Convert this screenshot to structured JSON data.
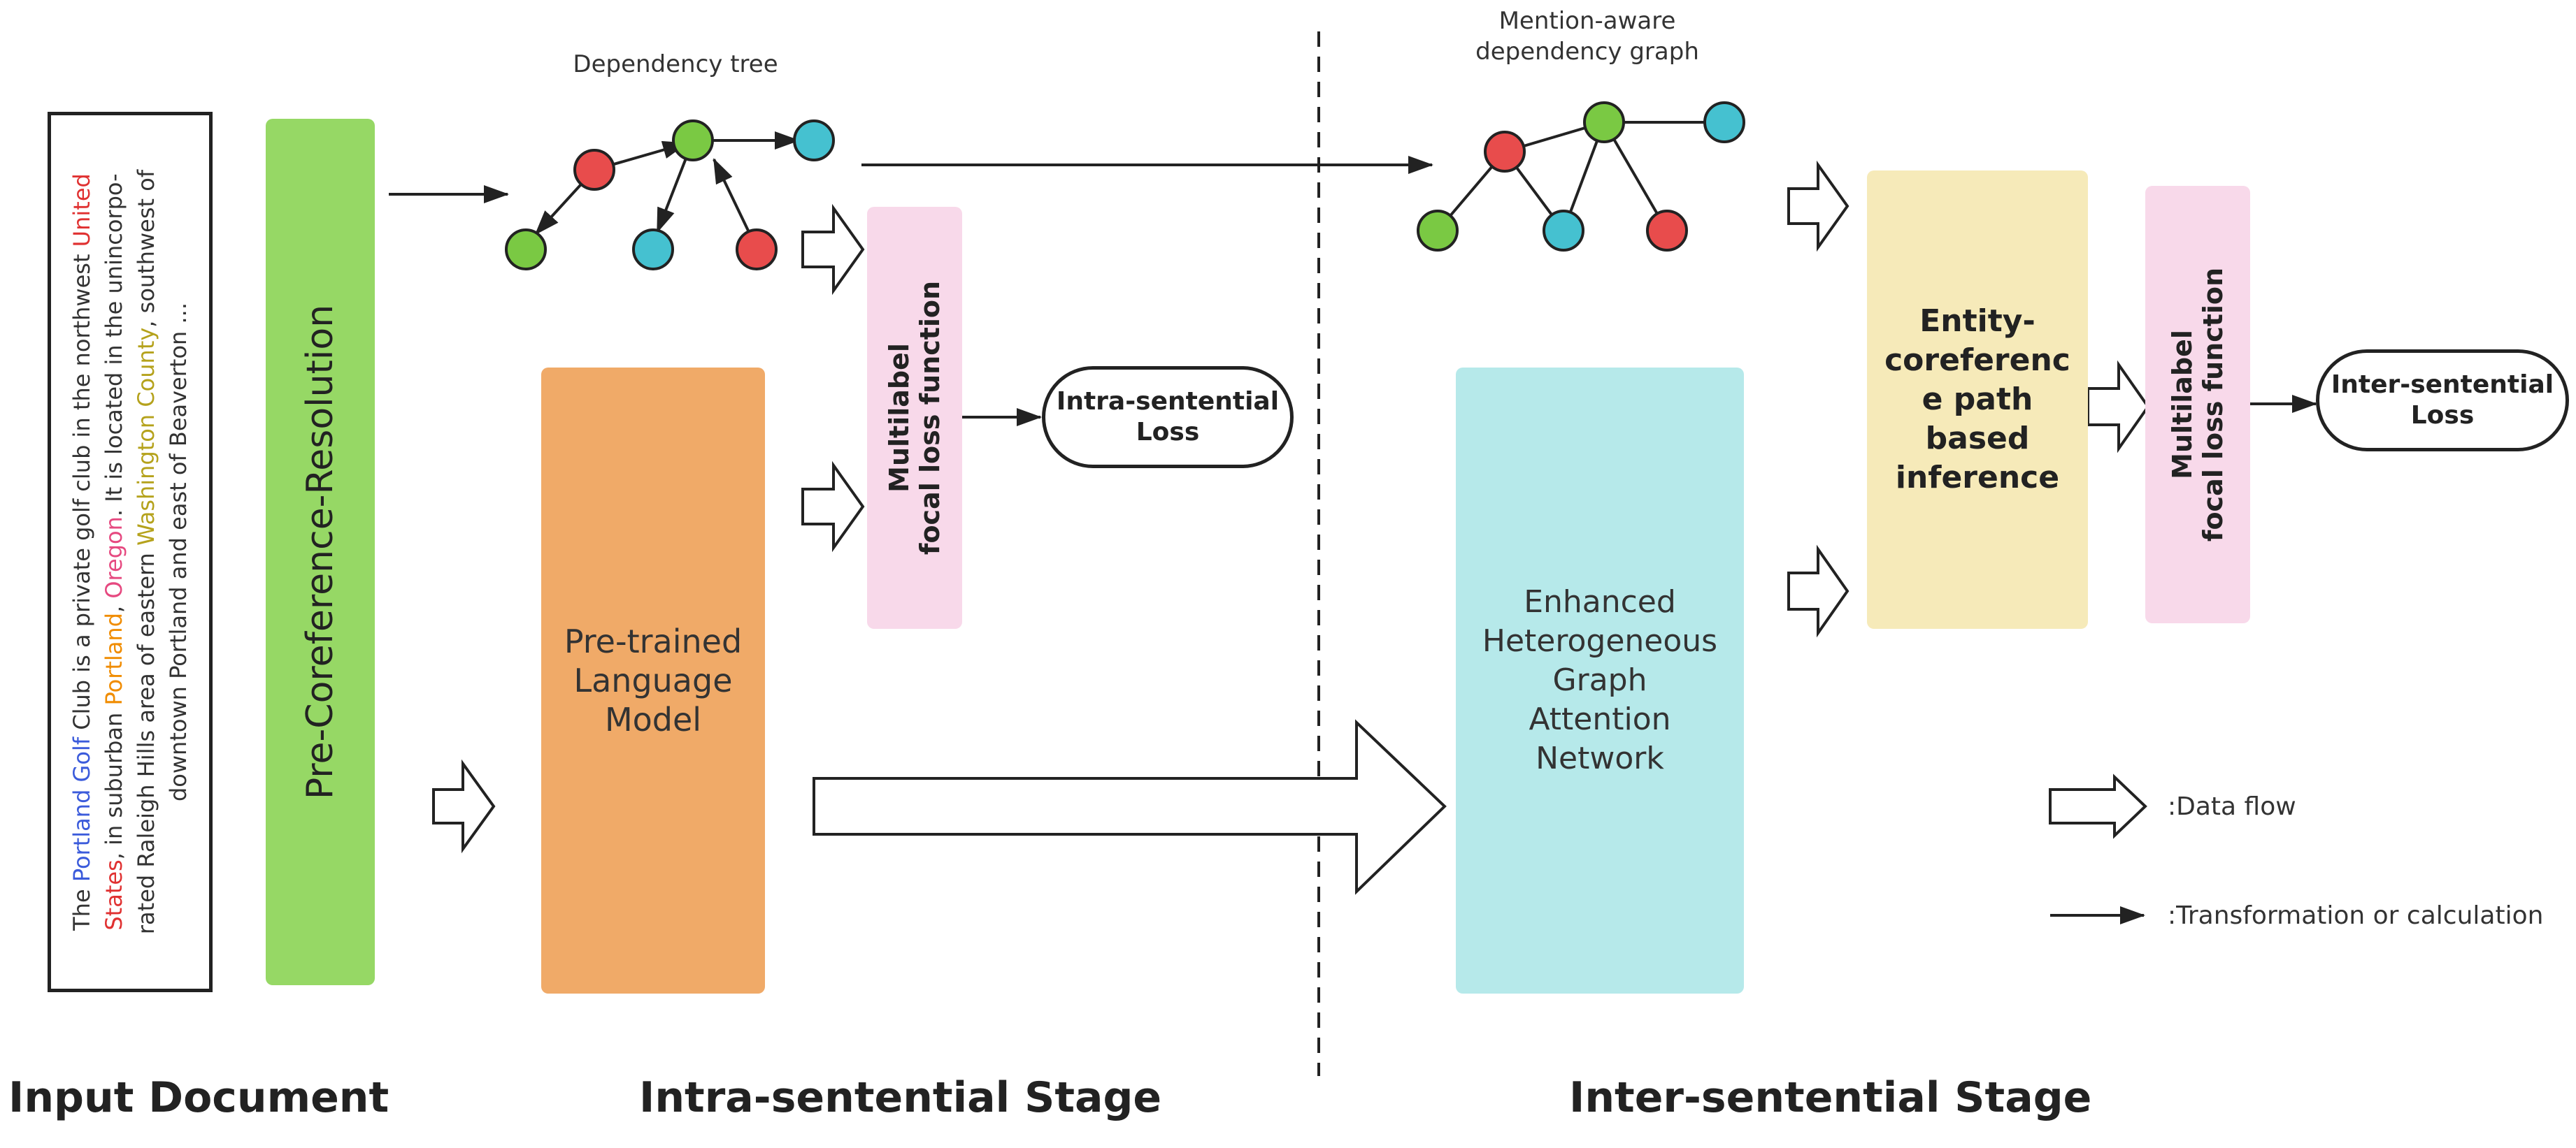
{
  "input_document": {
    "lines": [
      [
        {
          "t": "The ",
          "c": "#333333"
        },
        {
          "t": "Portland Golf",
          "c": "#3b5bdb"
        },
        {
          "t": " Club is a private golf club in the northwest ",
          "c": "#333333"
        },
        {
          "t": "United",
          "c": "#e03131"
        }
      ],
      [
        {
          "t": "States",
          "c": "#e03131"
        },
        {
          "t": ", in suburban ",
          "c": "#333333"
        },
        {
          "t": "Portland",
          "c": "#f08c00"
        },
        {
          "t": ", ",
          "c": "#333333"
        },
        {
          "t": "Oregon",
          "c": "#e64980"
        },
        {
          "t": ". It is located in the unincorpo-",
          "c": "#333333"
        }
      ],
      [
        {
          "t": "rated Raleigh Hills area of eastern ",
          "c": "#333333"
        },
        {
          "t": "Washington County",
          "c": "#b5a21c"
        },
        {
          "t": ", southwest of",
          "c": "#333333"
        }
      ],
      [
        {
          "t": "downtown Portland and east of Beaverton ...",
          "c": "#333333"
        }
      ]
    ],
    "title": "Input Document"
  },
  "pre_coref": {
    "label": "Pre-Coreference-Resolution"
  },
  "dependency_tree": {
    "label": "Dependency tree"
  },
  "plm": {
    "label_lines": [
      "Pre-trained",
      "Language",
      "Model"
    ]
  },
  "intra_loss_fn": {
    "label_lines": [
      "Multilabel",
      "focal loss function"
    ]
  },
  "intra_loss": {
    "label_lines": [
      "Intra-sentential",
      "Loss"
    ]
  },
  "mention_graph": {
    "label_lines": [
      "Mention-aware",
      "dependency graph"
    ]
  },
  "ehgat": {
    "label_lines": [
      "Enhanced",
      "Heterogeneous",
      "Graph",
      "Attention",
      "Network"
    ]
  },
  "entity_path": {
    "label_lines": [
      "Entity-",
      "coreferenc",
      "e path",
      "based",
      "inference"
    ]
  },
  "inter_loss_fn": {
    "label_lines": [
      "Multilabel",
      "focal loss function"
    ]
  },
  "inter_loss": {
    "label_lines": [
      "Inter-sentential",
      "Loss"
    ]
  },
  "legend": {
    "data_flow": ":Data flow",
    "transformation": ":Transformation or calculation"
  },
  "stages": {
    "intra": "Intra-sentential Stage",
    "inter": "Inter-sentential Stage"
  },
  "colors": {
    "green_node": "#7ac943",
    "red_node": "#e84c4c",
    "cyan_node": "#45c1d0",
    "pre_coref": "#96d865",
    "plm": "#f0aa68",
    "loss_fn": "#f8d9ea",
    "ehgat": "#b6e9ea",
    "entity_path": "#f6eab9"
  }
}
